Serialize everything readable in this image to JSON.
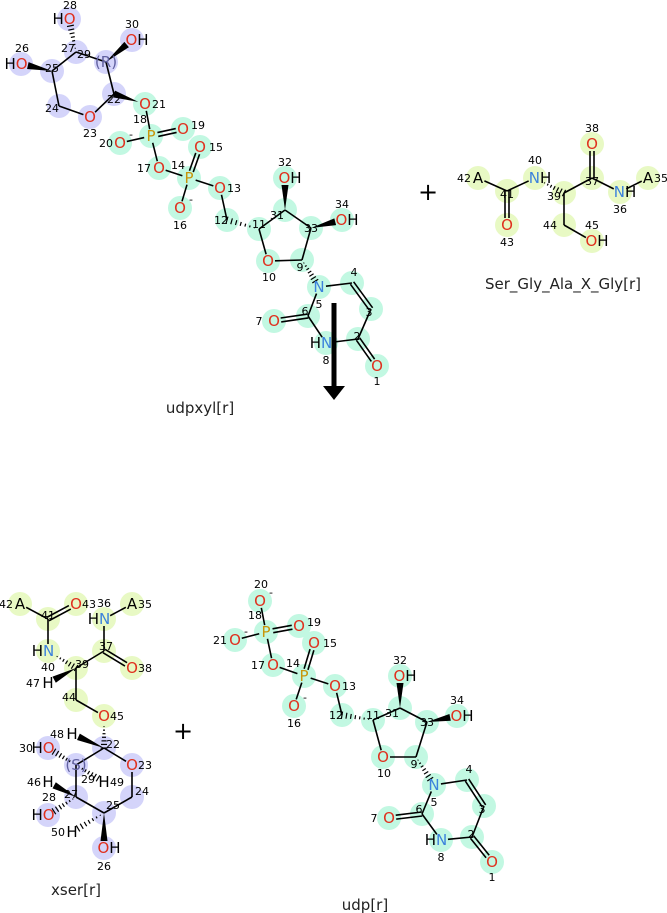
{
  "reaction": {
    "plus_sign": "+",
    "arrow": "reaction-arrow"
  },
  "colors": {
    "highlight_purple": "#d4d4fa",
    "highlight_green": "#c2f8e2",
    "highlight_yellow": "#e8f9c4",
    "oxygen": "#e0301e",
    "nitrogen": "#3c82dc",
    "phosphorus": "#c8960a",
    "bond": "#000000"
  },
  "molecules": [
    {
      "name": "udpxyl[r]",
      "atoms": [
        {
          "id": "1",
          "label": "O"
        },
        {
          "id": "2",
          "label": ""
        },
        {
          "id": "3",
          "label": ""
        },
        {
          "id": "4",
          "label": ""
        },
        {
          "id": "5",
          "label": "N"
        },
        {
          "id": "6",
          "label": ""
        },
        {
          "id": "7",
          "label": "O"
        },
        {
          "id": "8",
          "label": "HN"
        },
        {
          "id": "9",
          "label": ""
        },
        {
          "id": "10",
          "label": "O"
        },
        {
          "id": "11",
          "label": ""
        },
        {
          "id": "12",
          "label": ""
        },
        {
          "id": "13",
          "label": "O"
        },
        {
          "id": "14",
          "label": "P"
        },
        {
          "id": "15",
          "label": "O"
        },
        {
          "id": "16",
          "label": "O",
          "charge": "-"
        },
        {
          "id": "17",
          "label": "O"
        },
        {
          "id": "18",
          "label": "P"
        },
        {
          "id": "19",
          "label": "O"
        },
        {
          "id": "20",
          "label": "O",
          "charge": "-"
        },
        {
          "id": "21",
          "label": "O"
        },
        {
          "id": "22",
          "label": ""
        },
        {
          "id": "23",
          "label": "O"
        },
        {
          "id": "24",
          "label": ""
        },
        {
          "id": "25",
          "label": ""
        },
        {
          "id": "26",
          "label": "HO"
        },
        {
          "id": "27",
          "label": ""
        },
        {
          "id": "28",
          "label": "HO"
        },
        {
          "id": "29",
          "label": "(R)"
        },
        {
          "id": "30",
          "label": "OH"
        },
        {
          "id": "31",
          "label": ""
        },
        {
          "id": "32",
          "label": "OH"
        },
        {
          "id": "33",
          "label": ""
        },
        {
          "id": "34",
          "label": "OH"
        }
      ]
    },
    {
      "name": "Ser_Gly_Ala_X_Gly[r]",
      "atoms": [
        {
          "id": "35",
          "label": "A"
        },
        {
          "id": "36",
          "label": "NH"
        },
        {
          "id": "37",
          "label": ""
        },
        {
          "id": "38",
          "label": "O"
        },
        {
          "id": "39",
          "label": ""
        },
        {
          "id": "40",
          "label": "NH"
        },
        {
          "id": "41",
          "label": ""
        },
        {
          "id": "42",
          "label": "A"
        },
        {
          "id": "43",
          "label": "O"
        },
        {
          "id": "44",
          "label": ""
        },
        {
          "id": "45",
          "label": "OH"
        }
      ]
    },
    {
      "name": "xser[r]",
      "atoms": [
        {
          "id": "35",
          "label": "A"
        },
        {
          "id": "36",
          "label": "HN"
        },
        {
          "id": "37",
          "label": ""
        },
        {
          "id": "38",
          "label": "O"
        },
        {
          "id": "39",
          "label": ""
        },
        {
          "id": "40",
          "label": "HN"
        },
        {
          "id": "41",
          "label": ""
        },
        {
          "id": "42",
          "label": "A"
        },
        {
          "id": "43",
          "label": "O"
        },
        {
          "id": "44",
          "label": ""
        },
        {
          "id": "45",
          "label": "O"
        },
        {
          "id": "47",
          "label": "H"
        },
        {
          "id": "22",
          "label": ""
        },
        {
          "id": "23",
          "label": "O"
        },
        {
          "id": "24",
          "label": ""
        },
        {
          "id": "25",
          "label": ""
        },
        {
          "id": "26",
          "label": "OH"
        },
        {
          "id": "27",
          "label": ""
        },
        {
          "id": "28",
          "label": "HO"
        },
        {
          "id": "29",
          "label": "(S)"
        },
        {
          "id": "30",
          "label": "HO"
        },
        {
          "id": "46",
          "label": "H"
        },
        {
          "id": "48",
          "label": "H"
        },
        {
          "id": "49",
          "label": "H"
        },
        {
          "id": "50",
          "label": "H"
        }
      ]
    },
    {
      "name": "udp[r]",
      "atoms": [
        {
          "id": "1",
          "label": "O"
        },
        {
          "id": "2",
          "label": ""
        },
        {
          "id": "3",
          "label": ""
        },
        {
          "id": "4",
          "label": ""
        },
        {
          "id": "5",
          "label": "N"
        },
        {
          "id": "6",
          "label": ""
        },
        {
          "id": "7",
          "label": "O"
        },
        {
          "id": "8",
          "label": "HN"
        },
        {
          "id": "9",
          "label": ""
        },
        {
          "id": "10",
          "label": "O"
        },
        {
          "id": "11",
          "label": ""
        },
        {
          "id": "12",
          "label": ""
        },
        {
          "id": "13",
          "label": "O"
        },
        {
          "id": "14",
          "label": "P"
        },
        {
          "id": "15",
          "label": "O"
        },
        {
          "id": "16",
          "label": "O",
          "charge": "-"
        },
        {
          "id": "17",
          "label": "O"
        },
        {
          "id": "18",
          "label": "P"
        },
        {
          "id": "19",
          "label": "O"
        },
        {
          "id": "20",
          "label": "O",
          "charge": "-"
        },
        {
          "id": "21",
          "label": "O",
          "charge": "-"
        },
        {
          "id": "31",
          "label": ""
        },
        {
          "id": "32",
          "label": "OH"
        },
        {
          "id": "33",
          "label": ""
        },
        {
          "id": "34",
          "label": "OH"
        }
      ]
    }
  ]
}
